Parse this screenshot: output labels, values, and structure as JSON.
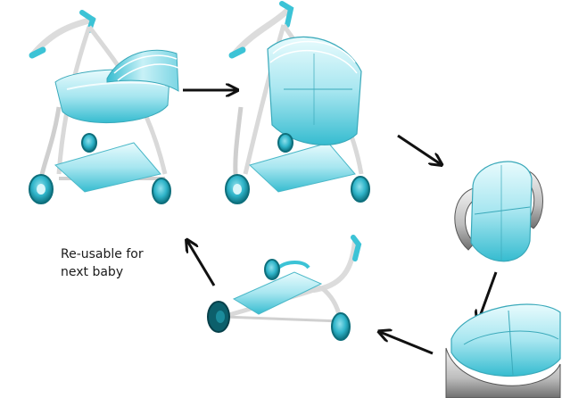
{
  "caption": {
    "line1": "Re-usable for",
    "line2": "next baby"
  },
  "colors": {
    "accent": "#3cc3d6",
    "accent_light": "#bfeef5",
    "accent_dark": "#0e6f7c",
    "frame": "#e3e3e3",
    "frame_edge": "#8c8c8c",
    "arrow": "#111111"
  },
  "stages": [
    {
      "name": "stroller-with-bassinet"
    },
    {
      "name": "stroller-with-reclined-seat"
    },
    {
      "name": "detached-seat"
    },
    {
      "name": "rocker-base"
    },
    {
      "name": "stroller-frame"
    }
  ]
}
